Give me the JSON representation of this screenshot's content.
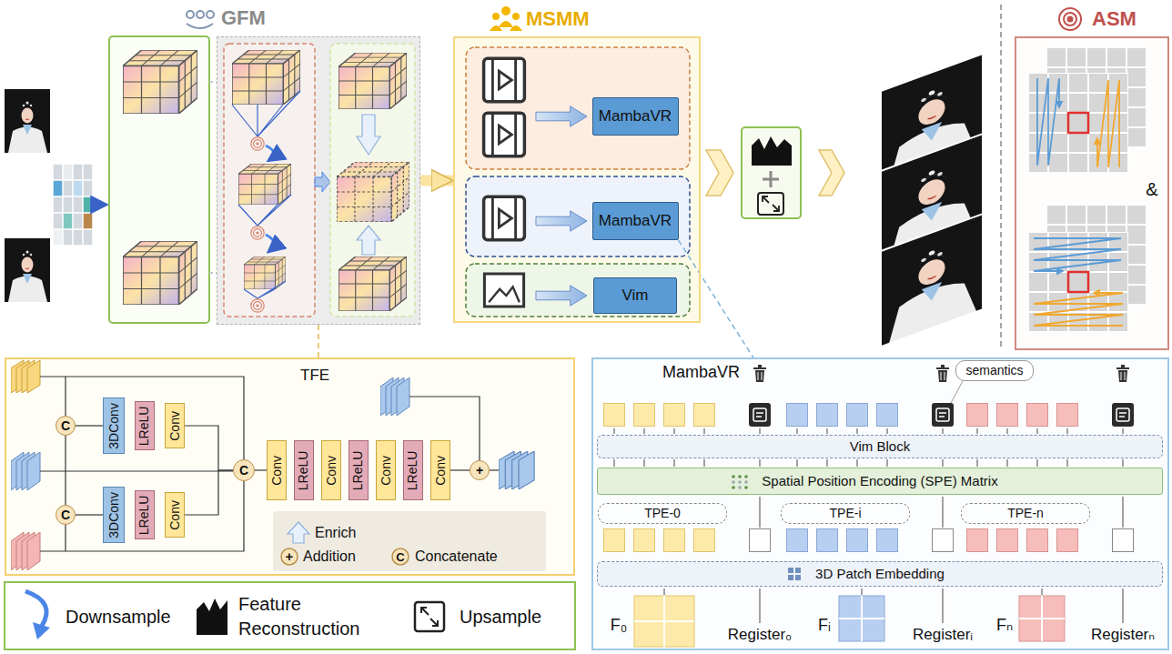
{
  "diagram": {
    "nodes": [
      {
        "text": [
          "GFM"
        ]
      },
      {
        "text": [
          "MSMM"
        ]
      },
      {
        "text": [
          "MambaVR"
        ],
        "in": 1
      },
      {
        "text": [
          "MambaVR"
        ],
        "in": 1
      },
      {
        "text": [
          "Vim"
        ],
        "in": 1
      },
      {
        "text": [
          "ASM"
        ]
      },
      {
        "text": [
          "TFE"
        ]
      },
      {
        "text": [
          "C"
        ],
        "in": 6
      },
      {
        "text": [
          "3DConv"
        ],
        "in": 6
      },
      {
        "text": [
          "LReLU"
        ],
        "in": 6
      },
      {
        "text": [
          "Conv"
        ],
        "in": 6
      },
      {
        "text": [
          "C"
        ],
        "in": 6
      },
      {
        "text": [
          "3DConv"
        ],
        "in": 6
      },
      {
        "text": [
          "LReLU"
        ],
        "in": 6
      },
      {
        "text": [
          "Conv"
        ],
        "in": 6
      },
      {
        "text": [
          "C"
        ],
        "in": 6
      },
      {
        "text": [
          "Conv"
        ],
        "in": 6
      },
      {
        "text": [
          "LReLU"
        ],
        "in": 6
      },
      {
        "text": [
          "Conv"
        ],
        "in": 6
      },
      {
        "text": [
          "LReLU"
        ],
        "in": 6
      },
      {
        "text": [
          "Conv"
        ],
        "in": 6
      },
      {
        "text": [
          "LReLU"
        ],
        "in": 6
      },
      {
        "text": [
          "Conv"
        ],
        "in": 6
      },
      {
        "text": [
          "+"
        ],
        "in": 6
      },
      {
        "text": [
          "MambaVR"
        ]
      },
      {
        "text": [
          "semantics"
        ],
        "in": 24
      },
      {
        "text": [
          "Vim Block"
        ],
        "in": 24
      },
      {
        "text": [
          "Spatial Position Encoding (SPE) Matrix"
        ],
        "in": 24
      },
      {
        "text": [
          "TPE-0"
        ],
        "in": 24
      },
      {
        "text": [
          "TPE-i"
        ],
        "in": 24
      },
      {
        "text": [
          "TPE-n"
        ],
        "in": 24
      },
      {
        "text": [
          "3D Patch Embedding"
        ],
        "in": 24
      }
    ],
    "edges": [
      {
        "from": 0,
        "to": 1,
        "arrow": "to"
      },
      {
        "from": 0,
        "to": 6,
        "arrow": "none"
      },
      {
        "from": 3,
        "to": 24,
        "arrow": "none"
      },
      {
        "from": 7,
        "to": 8,
        "arrow": "none"
      },
      {
        "from": 10,
        "to": 15,
        "arrow": "none"
      },
      {
        "from": 11,
        "to": 12,
        "arrow": "none"
      },
      {
        "from": 14,
        "to": 15,
        "arrow": "none"
      },
      {
        "from": 15,
        "to": 16,
        "arrow": "none"
      },
      {
        "from": 22,
        "to": 23,
        "arrow": "none"
      }
    ],
    "labels": [
      "&",
      "+",
      "C",
      "F₀",
      "Register₀",
      "Fᵢ",
      "Registerᵢ",
      "Fₙ",
      "Registerₙ"
    ],
    "legend": [
      {
        "text": "Enrich"
      },
      {
        "text": "Addition"
      },
      {
        "text": "Concatenate"
      },
      {
        "text": "Downsample"
      },
      {
        "text": "Feature Reconstruction"
      },
      {
        "text": "Upsample"
      }
    ]
  }
}
